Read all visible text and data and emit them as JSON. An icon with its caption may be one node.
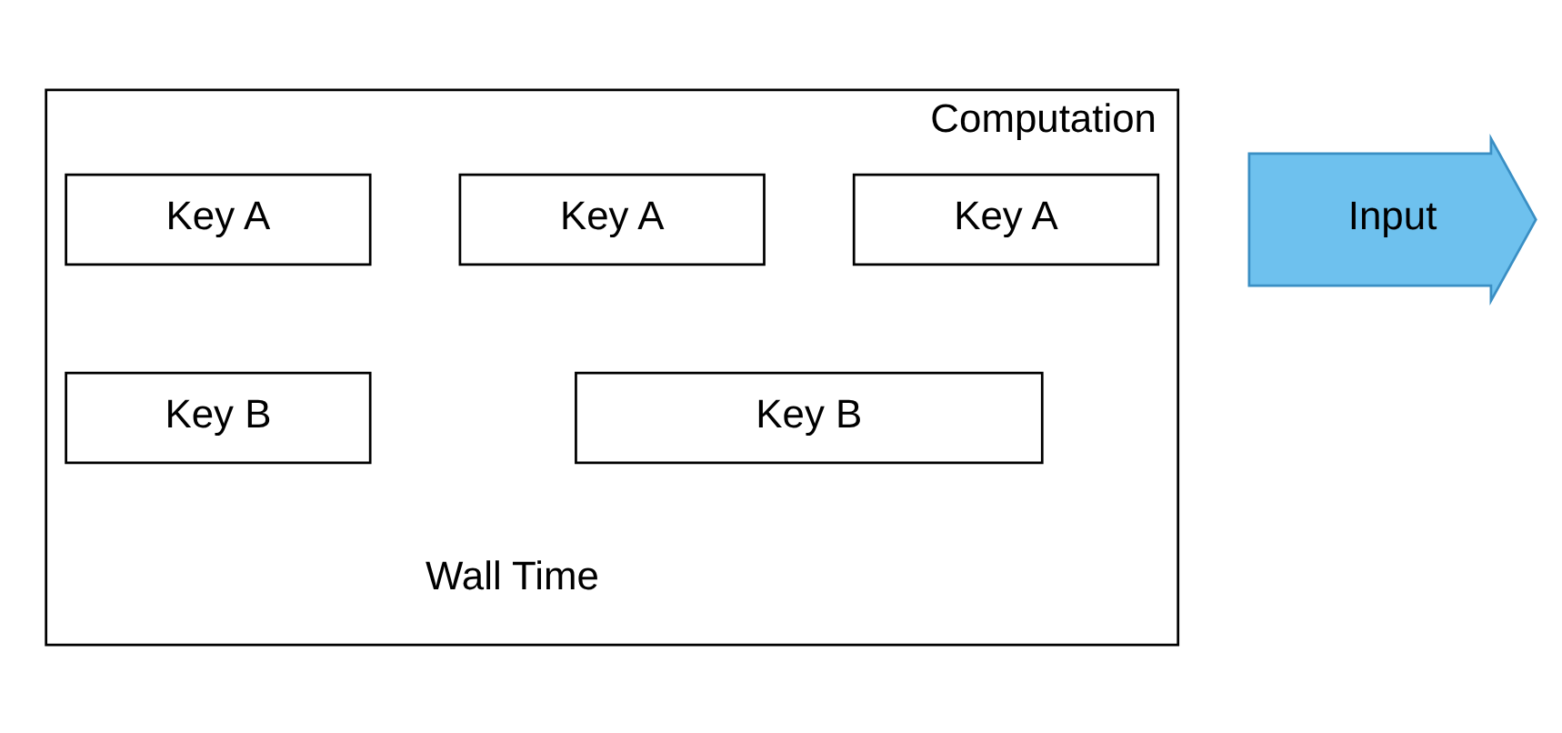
{
  "diagram": {
    "nodes": [
      {
        "text": [
          "Computation"
        ]
      },
      {
        "text": [
          "Key A"
        ],
        "in": 0
      },
      {
        "text": [
          "Key A"
        ],
        "in": 0
      },
      {
        "text": [
          "Key A"
        ],
        "in": 0
      },
      {
        "text": [
          "Input"
        ]
      },
      {
        "text": [
          "Key B"
        ],
        "in": 0
      },
      {
        "text": [
          "Key B"
        ],
        "in": 0
      }
    ],
    "edges": [],
    "labels": [
      "Wall Time"
    ]
  }
}
